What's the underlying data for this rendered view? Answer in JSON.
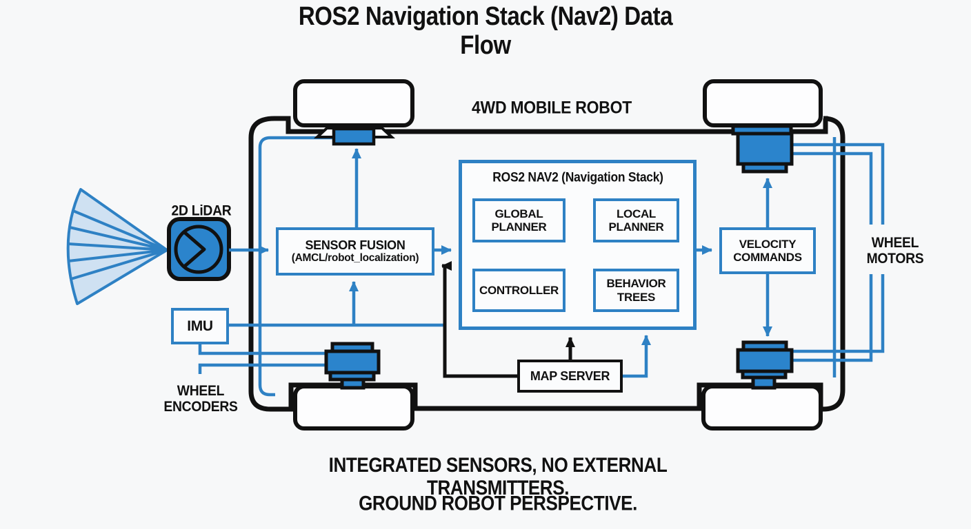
{
  "title": "ROS2 Navigation Stack (Nav2) Data Flow",
  "robot": {
    "label": "4WD MOBILE ROBOT"
  },
  "sensors": {
    "lidar_label": "2D LiDAR",
    "imu_label": "IMU",
    "wheel_encoders_label": "WHEEL\nENCODERS"
  },
  "fusion": {
    "line1": "SENSOR FUSION",
    "line2": "(AMCL/robot_localization)"
  },
  "nav2": {
    "title": "ROS2 NAV2 (Navigation Stack)",
    "global_planner": "GLOBAL\nPLANNER",
    "local_planner": "LOCAL\nPLANNER",
    "controller": "CONTROLLER",
    "behavior_trees": "BEHAVIOR\nTREES"
  },
  "outputs": {
    "velocity_commands": "VELOCITY\nCOMMANDS",
    "map_server": "MAP SERVER",
    "wheel_motors_label": "WHEEL\nMOTORS"
  },
  "footer": {
    "line1": "INTEGRATED SENSORS, NO EXTERNAL TRANSMITTERS.",
    "line2": "GROUND ROBOT PERSPECTIVE."
  },
  "colors": {
    "accent_blue": "#2e81c4",
    "component_fill": "#2b84cc",
    "beam_fill": "#cfe1f2",
    "ink": "#111111",
    "background": "#f7f8f9"
  }
}
